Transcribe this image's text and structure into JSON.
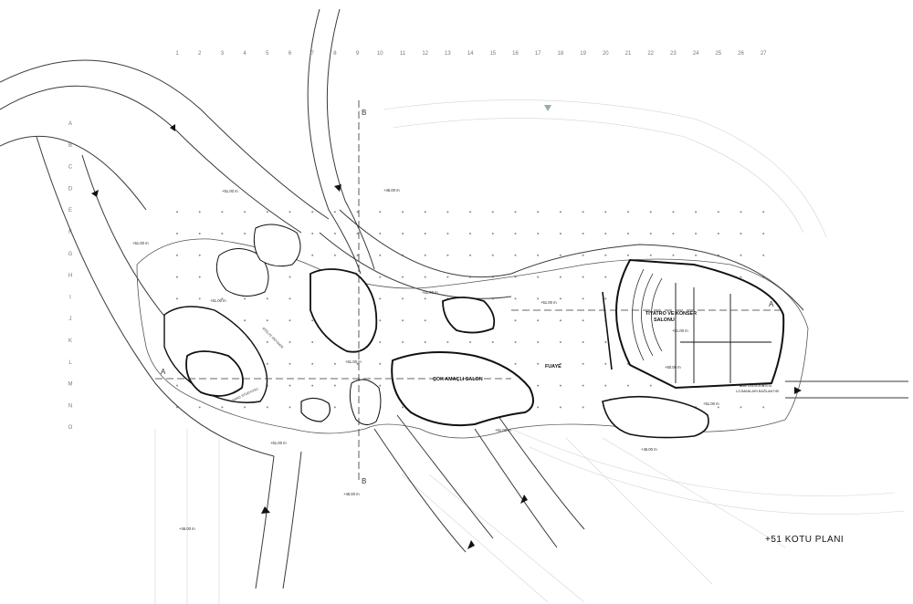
{
  "plan": {
    "title": "+51 KOTU PLANI",
    "grid": {
      "columns": [
        "1",
        "2",
        "3",
        "4",
        "5",
        "6",
        "7",
        "8",
        "9",
        "10",
        "11",
        "12",
        "13",
        "14",
        "15",
        "16",
        "17",
        "18",
        "19",
        "20",
        "21",
        "22",
        "23",
        "24",
        "25",
        "26",
        "27"
      ],
      "rows": [
        "A",
        "B",
        "C",
        "D",
        "E",
        "F",
        "G",
        "H",
        "I",
        "J",
        "K",
        "L",
        "M",
        "N",
        "O"
      ]
    },
    "section_markers": {
      "a": "A",
      "b": "B"
    },
    "levels": [
      "+51.00 m",
      "+51.00 m",
      "+46.00 m",
      "+51.00 m",
      "+51.00 m",
      "+51.00 m",
      "+51.00 m",
      "+51.00 m",
      "+51.00 m",
      "+51.00 m",
      "+46.00 m",
      "+46.00 m",
      "+51.00 m",
      "+46.00 m",
      "+50.00 m"
    ],
    "major_labels": {
      "cok_amacli_salon": "ÇOK AMAÇLI SALON",
      "fuaye": "FUAYE",
      "tiyatro_1": "TİYATRO VE KONSER",
      "tiyatro_2": "SALONU",
      "atolye_meydani": "ATÖLYE MEYDANI",
      "dans_studyosu": "DANS STÜDYOSU"
    },
    "road_labels": {
      "ege": "EGE ÜNİVERSİTESİ",
      "lojman": "LOJMANLARI BAĞLANTISI"
    }
  }
}
